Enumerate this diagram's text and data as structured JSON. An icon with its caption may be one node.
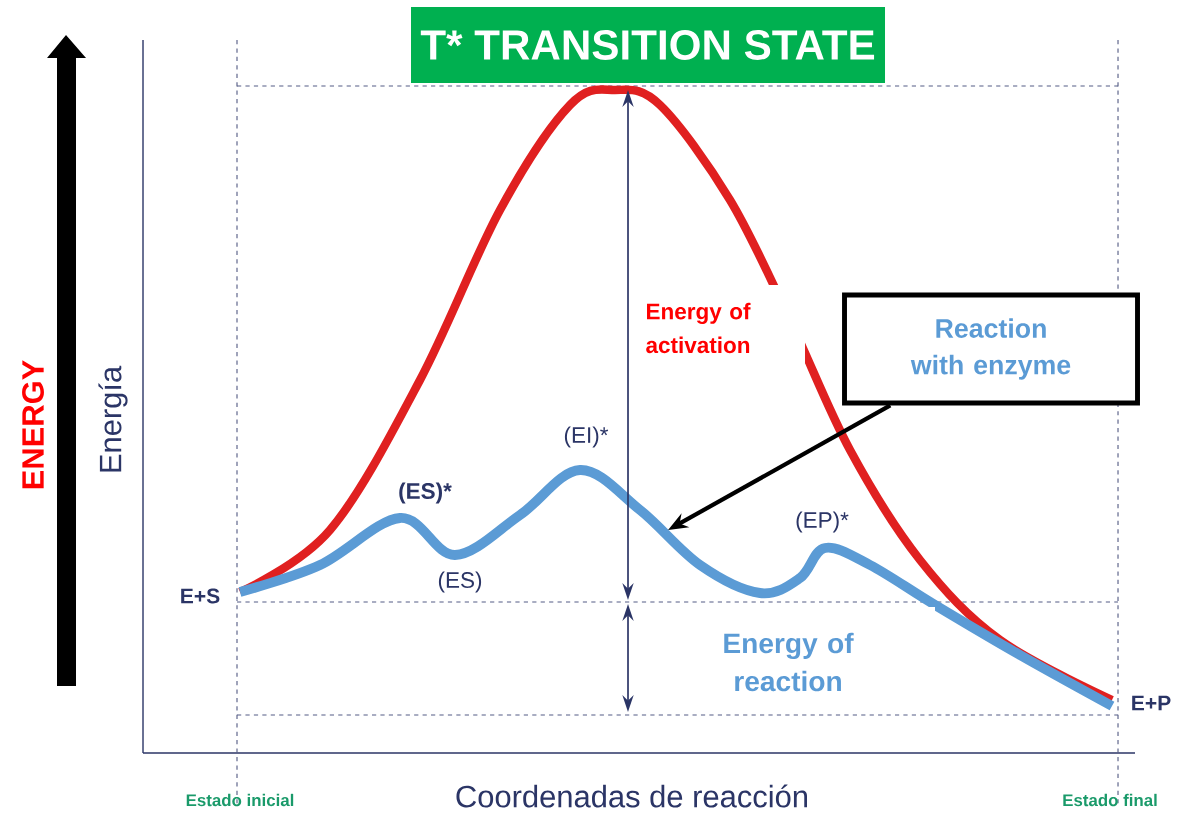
{
  "diagram": {
    "nodes": [
      {
        "text": [
          "T* TRANSITION STATE"
        ]
      },
      {
        "text": [
          "Reaction with enzyme"
        ]
      },
      {
        "text": [],
        "shape": "curve"
      }
    ],
    "edges": [
      {
        "from": 1,
        "to": 2,
        "arrow": "to"
      }
    ],
    "labels": [
      "ENERGY",
      "Energía",
      "Energy of activation",
      "(EI)*",
      "(ES)*",
      "(EP)*",
      "(ES)",
      "E+S",
      "Energy of reaction",
      "E+P",
      "Estado inicial",
      "Coordenadas de reacción",
      "Estado final"
    ]
  }
}
